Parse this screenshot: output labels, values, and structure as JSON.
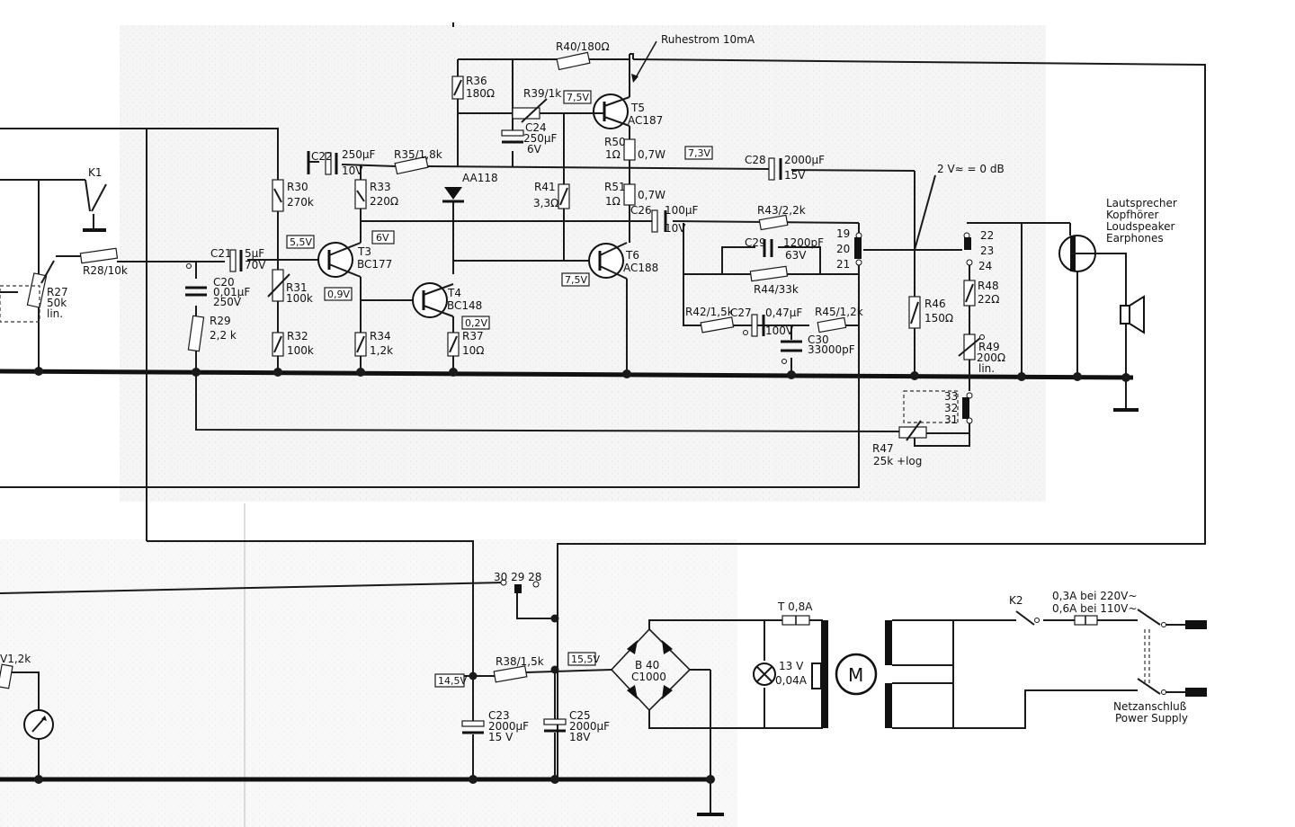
{
  "components": {
    "k1": "K1",
    "r27": [
      "R27",
      "50k",
      "lin."
    ],
    "r28": "R28/10k",
    "c20": [
      "C20",
      "0,01μF",
      "250V"
    ],
    "c21": [
      "C21",
      "5μF",
      "70V"
    ],
    "r29": [
      "R29",
      "2,2 k"
    ],
    "r30": [
      "R30",
      "270k"
    ],
    "r31": [
      "R31",
      "100k"
    ],
    "r32": [
      "R32",
      "100k"
    ],
    "c22": "C22",
    "c22_values": [
      "250μF",
      "10V"
    ],
    "r33": [
      "R33",
      "220Ω"
    ],
    "r35": "R35/1,8k",
    "t3": [
      "T3",
      "BC177"
    ],
    "r34": [
      "R34",
      "1,2k"
    ],
    "t4": [
      "T4",
      "BC148"
    ],
    "r37": [
      "R37",
      "10Ω"
    ],
    "r36": [
      "R36",
      "180Ω"
    ],
    "r39": "R39/1k",
    "c24": [
      "C24",
      "250μF",
      "6V"
    ],
    "r40": "R40/180Ω",
    "ruhestrom": "Ruhestrom 10mA",
    "t5": [
      "T5",
      "AC187"
    ],
    "r50": [
      "R50",
      "1Ω"
    ],
    "r50_power": "0,7W",
    "aa118": "AA118",
    "r41": [
      "R41",
      "3,3Ω"
    ],
    "r51": [
      "R51",
      "1Ω"
    ],
    "r51_power": "0,7W",
    "c26": [
      "C26",
      "100μF",
      "10V"
    ],
    "t6": [
      "T6",
      "AC188"
    ],
    "c28": [
      "C28",
      "2000μF",
      "15V"
    ],
    "r43": "R43/2,2k",
    "c29": [
      "C29",
      "1200pF",
      "63V"
    ],
    "r44": "R44/33k",
    "r42": "R42/1,5k",
    "c27": [
      "C27",
      "0,47μF",
      "100V"
    ],
    "r45": "R45/1,2k",
    "c30": [
      "C30",
      "33000pF"
    ],
    "level": "2 V≈ = 0 dB",
    "r46": [
      "R46",
      "150Ω"
    ],
    "r48": [
      "R48",
      "22Ω"
    ],
    "r49": [
      "R49",
      "200Ω",
      "lin."
    ],
    "r47": [
      "R47",
      "25k +log"
    ],
    "speaker_labels": [
      "Lautsprecher",
      "Kopfhörer",
      "Loudspeaker",
      "Earphones"
    ],
    "r38": "R38/1,5k",
    "c23": [
      "C23",
      "2000μF",
      "15 V"
    ],
    "c25": [
      "C25",
      "2000μF",
      "18V"
    ],
    "bridge": [
      "B 40",
      "C1000"
    ],
    "fuse_t": "T 0,8A",
    "lamp": [
      "13 V",
      "0,04A"
    ],
    "motor": "M",
    "k2": "K2",
    "mains_fuse": [
      "0,3A bei 220V~",
      "0,6A bei 110V~"
    ],
    "mains": [
      "Netzanschluß",
      "Power Supply"
    ],
    "partial_left": "V1,2k"
  },
  "voltages": [
    "7,5V",
    "7,3V",
    "5,5V",
    "6V",
    "0,9V",
    "0,2V",
    "7,5V",
    "15,5V",
    "14,5V"
  ],
  "pins": [
    "19",
    "20",
    "21",
    "22",
    "23",
    "24",
    "33",
    "32",
    "31",
    "30 29 28"
  ]
}
